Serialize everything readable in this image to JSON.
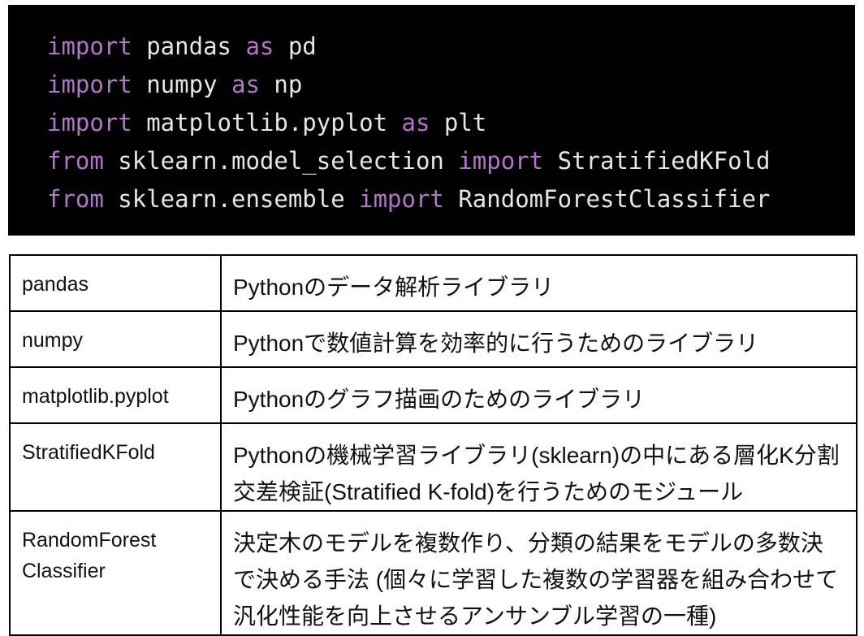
{
  "code": {
    "lines": [
      [
        {
          "t": "import",
          "k": true
        },
        {
          "t": " pandas ",
          "k": false
        },
        {
          "t": "as",
          "k": true
        },
        {
          "t": " pd",
          "k": false
        }
      ],
      [
        {
          "t": "import",
          "k": true
        },
        {
          "t": " numpy ",
          "k": false
        },
        {
          "t": "as",
          "k": true
        },
        {
          "t": " np",
          "k": false
        }
      ],
      [
        {
          "t": "import",
          "k": true
        },
        {
          "t": " matplotlib.pyplot ",
          "k": false
        },
        {
          "t": "as",
          "k": true
        },
        {
          "t": " plt",
          "k": false
        }
      ],
      [
        {
          "t": "from",
          "k": true
        },
        {
          "t": " sklearn.model_selection ",
          "k": false
        },
        {
          "t": "import",
          "k": true
        },
        {
          "t": " StratifiedKFold",
          "k": false
        }
      ],
      [
        {
          "t": "from",
          "k": true
        },
        {
          "t": " sklearn.ensemble ",
          "k": false
        },
        {
          "t": "import",
          "k": true
        },
        {
          "t": " RandomForestClassifier",
          "k": false
        }
      ]
    ],
    "colors": {
      "background": "#000000",
      "keyword": "#b474cc",
      "text": "#e6e6e6"
    }
  },
  "table": {
    "rows": [
      {
        "term": "pandas",
        "definition": "Pythonのデータ解析ライブラリ"
      },
      {
        "term": "numpy",
        "definition": "Pythonで数値計算を効率的に行うためのライブラリ"
      },
      {
        "term": "matplotlib.pyplot",
        "definition": "Pythonのグラフ描画のためのライブラリ"
      },
      {
        "term": "StratifiedKFold",
        "definition": "Pythonの機械学習ライブラリ(sklearn)の中にある層化K分割交差検証(Stratified K-fold)を行うためのモジュール"
      },
      {
        "term": "RandomForest Classifier",
        "definition": "決定木のモデルを複数作り、分類の結果をモデルの多数決で決める手法 (個々に学習した複数の学習器を組み合わせて汎化性能を向上させるアンサンブル学習の一種)"
      }
    ]
  }
}
